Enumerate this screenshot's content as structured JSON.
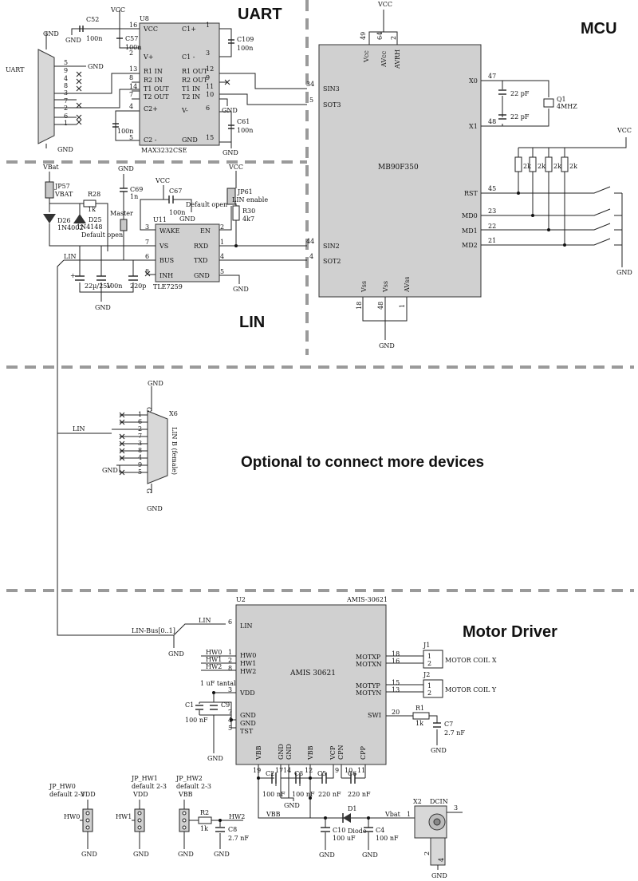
{
  "sections": {
    "uart": "UART",
    "mcu": "MCU",
    "lin": "LIN",
    "optional": "Optional to connect more devices",
    "motor": "Motor Driver"
  },
  "power": {
    "vcc": "VCC",
    "gnd": "GND",
    "vbat": "VBat",
    "vbb": "VBB",
    "vbat_net": "Vbat"
  },
  "u8": {
    "ref": "U8",
    "part": "MAX3232CSE",
    "pins_left": [
      "VCC",
      "V+",
      "R1 IN",
      "R2 IN",
      "T1 OUT",
      "T2 OUT",
      "C2+",
      "C2 -"
    ],
    "pins_left_nums": [
      "16",
      "2",
      "13",
      "8",
      "14",
      "7",
      "4",
      "5"
    ],
    "pins_right": [
      "C1+",
      "C1 -",
      "R1 OUT",
      "R2 OUT",
      "T1 IN",
      "T2 IN",
      "V-",
      "GND"
    ],
    "pins_right_nums": [
      "1",
      "3",
      "12",
      "9",
      "11",
      "10",
      "6",
      "15"
    ],
    "caps": [
      {
        "ref": "C52",
        "val": "100n"
      },
      {
        "ref": "C57",
        "val": "100n"
      },
      {
        "ref": "C109",
        "val": "100n"
      },
      {
        "ref": "C61",
        "val": "100n"
      },
      {
        "ref": "",
        "val": "100n"
      }
    ],
    "connector_label": "UART",
    "connector_pins": [
      "5",
      "9",
      "4",
      "8",
      "3",
      "7",
      "2",
      "6",
      "1"
    ]
  },
  "mcu": {
    "ref": "MB90F350",
    "top_pins": [
      "Vcc",
      "AVcc",
      "AVRH"
    ],
    "top_nums": [
      "49",
      "64",
      "2"
    ],
    "bottom_pins": [
      "Vss",
      "Vss",
      "AVss"
    ],
    "bottom_nums": [
      "18",
      "48",
      "1"
    ],
    "left_pins": [
      "SIN3",
      "SOT3",
      "SIN2",
      "SOT2"
    ],
    "left_nums": [
      "34",
      "5",
      "44",
      "4"
    ],
    "right_pins": [
      "X0",
      "X1",
      "RST",
      "MD0",
      "MD1",
      "MD2"
    ],
    "right_nums": [
      "47",
      "48",
      "45",
      "23",
      "22",
      "21"
    ],
    "crystal": {
      "ref": "Q1",
      "val": "4MHZ"
    },
    "crystal_caps": [
      "22 pF",
      "22 pF"
    ],
    "resistors": [
      "2k",
      "2k",
      "2k",
      "2k"
    ]
  },
  "lin": {
    "ref": "U11",
    "part": "TLE7259",
    "pins_left": [
      "WAKE",
      "VS",
      "BUS",
      "INH"
    ],
    "pins_left_nums": [
      "3",
      "7",
      "6",
      "8"
    ],
    "pins_right": [
      "EN",
      "RXD",
      "TXD",
      "GND"
    ],
    "pins_right_nums": [
      "2",
      "1",
      "4",
      "5"
    ],
    "jp57": "JP57",
    "jp57_net": "VBAT",
    "r28": "R28",
    "r28_val": "1k",
    "c69": "C69",
    "c69_val": "1n",
    "master": "Master",
    "c67": "C67",
    "c67_val": "100n",
    "default_open": "Default open",
    "jp61": "JP61",
    "jp61_label": "LIN enable",
    "r30": "R30",
    "r30_val": "4k7",
    "d26": "D26",
    "d26_part": "1N4002",
    "d25": "D25",
    "d25_part": "1N4148",
    "d25_note": "Default open",
    "bulk_cap": "22µ/25V",
    "c_100n": "100n",
    "c_220p": "220p",
    "net_lin": "LIN"
  },
  "x6": {
    "ref": "X6",
    "label": "LIN B (female)",
    "pins": [
      "1",
      "6",
      "2",
      "7",
      "3",
      "8",
      "4",
      "9",
      "5"
    ],
    "net": "LIN"
  },
  "motor": {
    "ref": "U2",
    "part_top": "AMIS-30621",
    "part": "AMIS 30621",
    "pins_left": [
      "LIN",
      "HW0",
      "HW1",
      "HW2",
      "VDD",
      "GND",
      "GND",
      "TST"
    ],
    "pins_left_nums": [
      "6",
      "1",
      "2",
      "8",
      "3",
      "7",
      "4",
      "5"
    ],
    "pins_right": [
      "MOTXP",
      "MOTXN",
      "MOTYP",
      "MOTYN",
      "SWI"
    ],
    "pins_right_nums": [
      "18",
      "16",
      "15",
      "13",
      "20"
    ],
    "pins_bottom": [
      "VBB",
      "GND",
      "GND",
      "VBB",
      "VCP",
      "CPN",
      "CPP"
    ],
    "pins_bottom_nums": [
      "19",
      "17",
      "14",
      "12",
      "9",
      "10",
      "11"
    ],
    "lin_bus": "LIN-Bus[0..1]",
    "net_lin": "LIN",
    "nets_hw": [
      "HW0",
      "HW1",
      "HW2"
    ],
    "tantal": "1 uF tantal",
    "c1": "C1",
    "c9": "C9",
    "c1_val": "100 nF",
    "j1": "J1",
    "j2": "J2",
    "coil_x": "MOTOR COIL X",
    "coil_y": "MOTOR COIL Y",
    "j_pins": [
      "1",
      "2"
    ],
    "r1": "R1",
    "r1_val": "1k",
    "c7": "C7",
    "c7_val": "2.7 nF",
    "c2": "C2",
    "c2_val": "100 nF",
    "c3": "C3",
    "c3_val": "100 nF",
    "c5": "C5",
    "c5_val": "220 nF",
    "c6": "C6",
    "c6_val": "220 nF",
    "d1": "D1",
    "d1_part": "Diode",
    "c10": "C10",
    "c10_val": "100 uF",
    "c4": "C4",
    "c4_val": "100 nF",
    "x2": "X2",
    "dcin": "DCIN",
    "x2_pins": [
      "1",
      "3",
      "2",
      "4"
    ]
  },
  "jumpers": [
    {
      "ref": "JP_HW0",
      "note": "default 2-3",
      "rail": "VDD",
      "net": "HW0"
    },
    {
      "ref": "JP_HW1",
      "note": "default 2-3",
      "rail": "VDD",
      "net": "HW1"
    },
    {
      "ref": "JP_HW2",
      "note": "default 2-3",
      "rail": "VBB",
      "net": "HW2"
    }
  ],
  "jp_hw2_parts": {
    "r2": "R2",
    "r2_val": "1k",
    "c8": "C8",
    "c8_val": "2.7 nF"
  }
}
